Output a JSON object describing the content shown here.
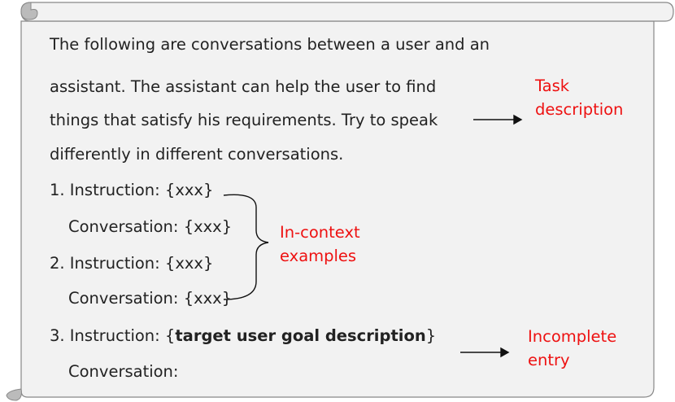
{
  "task_text": {
    "line1": "The following are conversations between a user and an",
    "line2": "assistant.  The assistant can help the user to find",
    "line3": "things that satisfy his requirements. Try to speak",
    "line4": "differently in different conversations."
  },
  "examples": {
    "ex1_instruction": "1. Instruction: {xxx}",
    "ex1_conversation": "Conversation: {xxx}",
    "ex2_instruction": "2. Instruction: {xxx}",
    "ex2_conversation": "Conversation: {xxx}"
  },
  "target": {
    "prefix": "3. Instruction: {",
    "bold": "target user goal description",
    "suffix": "}",
    "conversation": "Conversation:"
  },
  "annotations": {
    "task_description": "Task description",
    "in_context_examples": "In-context examples",
    "incomplete_entry": "Incomplete entry"
  },
  "colors": {
    "annotation": "#ee1111",
    "scroll_fill": "#f2f2f2",
    "scroll_stroke": "#888888"
  }
}
